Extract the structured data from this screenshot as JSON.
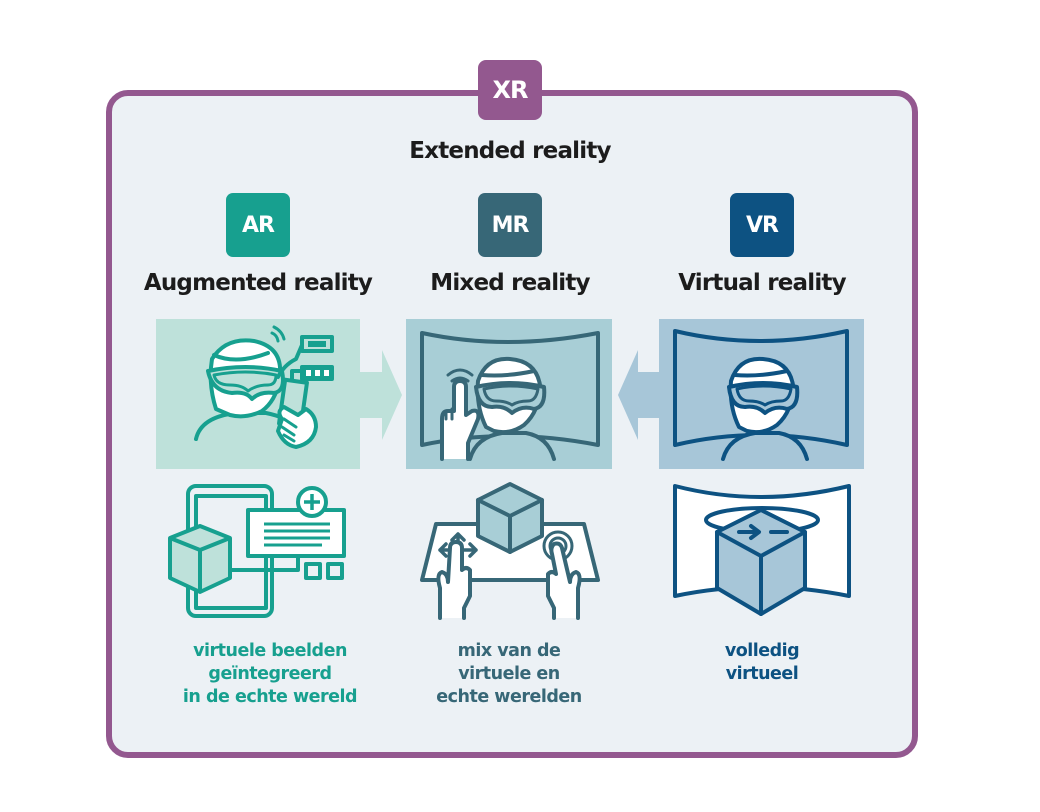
{
  "xr": {
    "abbr": "XR",
    "title": "Extended reality",
    "color": "#93588f"
  },
  "columns": [
    {
      "id": "ar",
      "abbr": "AR",
      "title": "Augmented reality",
      "color": "#17a08f",
      "panel_color": "#bee1da",
      "caption": [
        "virtuele beelden",
        "geïntegreerd",
        "in de echte wereld"
      ]
    },
    {
      "id": "mr",
      "abbr": "MR",
      "title": "Mixed reality",
      "color": "#376777",
      "panel_color": "#a8ced6",
      "caption": [
        "mix van de",
        "virtuele en",
        "echte werelden"
      ]
    },
    {
      "id": "vr",
      "abbr": "VR",
      "title": "Virtual reality",
      "color": "#0d5282",
      "panel_color": "#a7c6d8",
      "caption": [
        "volledig",
        "virtueel"
      ]
    }
  ],
  "arrows": [
    {
      "from": "ar",
      "to": "mr",
      "color": "#bee1da"
    },
    {
      "from": "vr",
      "to": "mr",
      "color": "#a7c6d8"
    }
  ]
}
